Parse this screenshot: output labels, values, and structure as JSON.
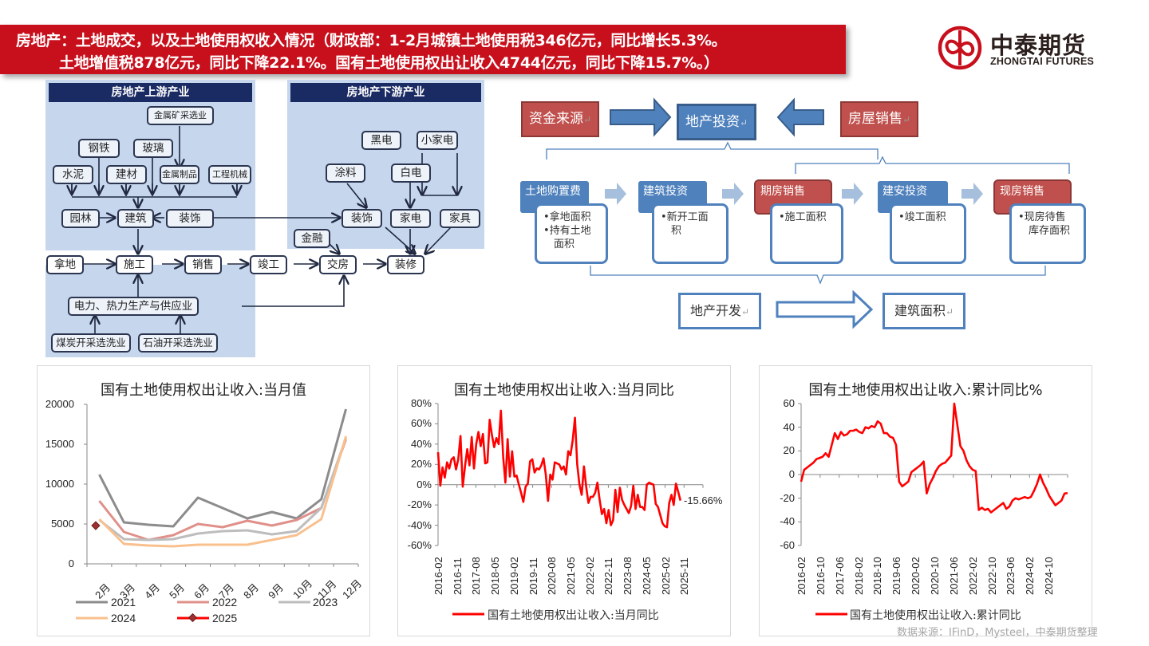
{
  "header": {
    "title_line1": "房地产：土地成交，以及土地使用权收入情况（财政部：1-2月城镇土地使用税346亿元，同比增长5.3%。",
    "title_line2": "土地增值税878亿元，同比下降22.1%。国有土地使用权出让收入4744亿元，同比下降15.7%。）",
    "accent_color": "#c8101d"
  },
  "logo": {
    "name_cn": "中泰期货",
    "name_en": "ZHONGTAI FUTURES",
    "icon": "zhongtai-logo-icon",
    "color": "#c8101d"
  },
  "industry_chain": {
    "upstream": {
      "title": "房地产上游产业",
      "nodes": {
        "metal_mining": "金属矿采选业",
        "steel": "钢铁",
        "glass": "玻璃",
        "cement": "水泥",
        "building_materials": "建材",
        "metal_products": "金属制品",
        "machinery": "工程机械",
        "landscaping": "园林",
        "construction": "建筑",
        "decoration": "装饰"
      }
    },
    "downstream": {
      "title": "房地产下游产业",
      "nodes": {
        "black_appliances": "黑电",
        "small_appliances": "小家电",
        "paint": "涂料",
        "white_appliances": "白电",
        "decoration": "装饰",
        "home_appliances": "家电",
        "furniture": "家具",
        "finance": "金融"
      }
    },
    "main_flow": [
      "拿地",
      "施工",
      "销售",
      "竣工",
      "交房",
      "装修"
    ],
    "energy": {
      "power_heat": "电力、热力生产与供应业",
      "coal": "煤炭开采选洗业",
      "oil": "石油开采选洗业"
    }
  },
  "investment_flow": {
    "funding_source": "资金来源",
    "real_estate_investment": "地产投资",
    "house_sales": "房屋销售",
    "return_mark": "↵",
    "stages": [
      {
        "head": "土地购置费",
        "color": "blue",
        "items": [
          "•拿地面积",
          "•持有土地",
          "　面积"
        ]
      },
      {
        "head": "建筑投资",
        "color": "blue",
        "items": [
          "•新开工面",
          "　积"
        ]
      },
      {
        "head": "期房销售",
        "color": "red",
        "items": [
          "•施工面积"
        ]
      },
      {
        "head": "建安投资",
        "color": "blue",
        "items": [
          "•竣工面积"
        ]
      },
      {
        "head": "现房销售",
        "color": "red",
        "items": [
          "•现房待售",
          "　库存面积"
        ]
      }
    ],
    "development": "地产开发",
    "floor_area": "建筑面积"
  },
  "chart_data": [
    {
      "type": "line",
      "title": "国有土地使用权出让收入:当月值",
      "xlabel": "",
      "ylabel": "",
      "categories": [
        "2月",
        "3月",
        "4月",
        "5月",
        "6月",
        "7月",
        "8月",
        "9月",
        "10月",
        "11月",
        "12月"
      ],
      "yticks": [
        "20000",
        "15000",
        "10000",
        "5000",
        "0"
      ],
      "ylim": [
        0,
        20000
      ],
      "series": [
        {
          "name": "2021",
          "color": "#8c8c8c",
          "values": [
            11200,
            5200,
            4900,
            4700,
            8300,
            7000,
            5700,
            6500,
            5700,
            8100,
            19400
          ]
        },
        {
          "name": "2022",
          "color": "#e0908a",
          "values": [
            7900,
            4000,
            3000,
            3600,
            5000,
            4600,
            5400,
            4800,
            5500,
            7000,
            15600
          ]
        },
        {
          "name": "2023",
          "color": "#bdbdbd",
          "values": [
            5500,
            3100,
            3000,
            3100,
            3800,
            4100,
            4200,
            3700,
            4100,
            7000,
            15800
          ]
        },
        {
          "name": "2024",
          "color": "#f9c08e",
          "values": [
            5600,
            2500,
            2300,
            2200,
            2400,
            2400,
            2400,
            3000,
            3600,
            5600,
            16000
          ]
        },
        {
          "name": "2025",
          "color": "#ff0000",
          "marker_color": "#a03030",
          "values": [
            4744,
            null,
            null,
            null,
            null,
            null,
            null,
            null,
            null,
            null,
            null
          ]
        }
      ],
      "legend": [
        "2021",
        "2022",
        "2023",
        "2024",
        "2025"
      ],
      "grid": false
    },
    {
      "type": "line",
      "title": "国有土地使用权出让收入:当月同比",
      "yticks": [
        "80%",
        "60%",
        "40%",
        "20%",
        "0%",
        "-20%",
        "-40%",
        "-60%"
      ],
      "ylim": [
        -60,
        80
      ],
      "xticks": [
        "2016-02",
        "2016-11",
        "2017-08",
        "2018-05",
        "2019-02",
        "2019-11",
        "2020-08",
        "2021-05",
        "2022-02",
        "2022-11",
        "2023-08",
        "2024-05",
        "2025-02",
        "2025-11"
      ],
      "annotation": "-15.66%",
      "legend": [
        "国有土地使用权出让收入:当月同比"
      ],
      "series": [
        {
          "name": "国有土地使用权出让收入:当月同比",
          "color": "#ff0000",
          "values": [
            32,
            -1,
            17,
            7,
            22,
            16,
            25,
            27,
            15,
            25,
            48,
            -2,
            18,
            35,
            19,
            47,
            16,
            40,
            52,
            38,
            50,
            21,
            22,
            64,
            49,
            37,
            46,
            40,
            73,
            28,
            2,
            45,
            8,
            33,
            8,
            9,
            0,
            -8,
            -17,
            -2,
            1,
            23,
            25,
            12,
            16,
            15,
            19,
            26,
            10,
            -16,
            10,
            5,
            22,
            21,
            20,
            15,
            18,
            10,
            33,
            29,
            44,
            66,
            20,
            0,
            -10,
            18,
            -2,
            -18,
            -12,
            -12,
            -8,
            2,
            -15,
            -29,
            -24,
            -38,
            -25,
            -40,
            -35,
            -5,
            -27,
            -3,
            -15,
            -20,
            -24,
            -28,
            -21,
            -1,
            -24,
            -10,
            -22,
            -22,
            -25,
            0,
            2,
            1,
            0,
            -19,
            -22,
            -30,
            -38,
            -41,
            -42,
            -18,
            -10,
            -20,
            1,
            -7,
            -15.66
          ]
        }
      ],
      "grid": false
    },
    {
      "type": "line",
      "title": "国有土地使用权出让收入:累计同比%",
      "yticks": [
        "60",
        "40",
        "20",
        "0",
        "-20",
        "-40",
        "-60"
      ],
      "ylim": [
        -60,
        60
      ],
      "xticks": [
        "2016-02",
        "2016-10",
        "2017-06",
        "2018-02",
        "2018-10",
        "2019-06",
        "2020-02",
        "2020-10",
        "2021-06",
        "2022-02",
        "2022-10",
        "2023-06",
        "2024-02",
        "2024-10"
      ],
      "legend": [
        "国有土地使用权出让收入:累计同比"
      ],
      "series": [
        {
          "name": "国有土地使用权出让收入:累计同比",
          "color": "#ff0000",
          "values": [
            -6,
            4,
            6,
            8,
            10,
            13,
            14,
            15,
            18,
            15,
            25,
            35,
            30,
            36,
            33,
            34,
            37,
            37,
            38,
            36,
            35,
            40,
            39,
            41,
            40,
            45,
            43,
            35,
            35,
            32,
            31,
            25,
            -6,
            -10,
            -8,
            -6,
            2,
            4,
            6,
            8,
            11,
            -16,
            -8,
            -3,
            3,
            7,
            9,
            10,
            13,
            16,
            60,
            42,
            24,
            20,
            12,
            7,
            4,
            3,
            -30,
            -28,
            -30,
            -29,
            -32,
            -30,
            -28,
            -26,
            -24,
            -29,
            -27,
            -22,
            -20,
            -21,
            -20,
            -19,
            -20,
            -19,
            -14,
            -8,
            0,
            -7,
            -12,
            -18,
            -22,
            -26,
            -24,
            -22,
            -16,
            -15.7
          ]
        }
      ],
      "grid": false
    }
  ],
  "footer": {
    "source": "数据来源：IFinD，Mysteel，中泰期货整理"
  }
}
